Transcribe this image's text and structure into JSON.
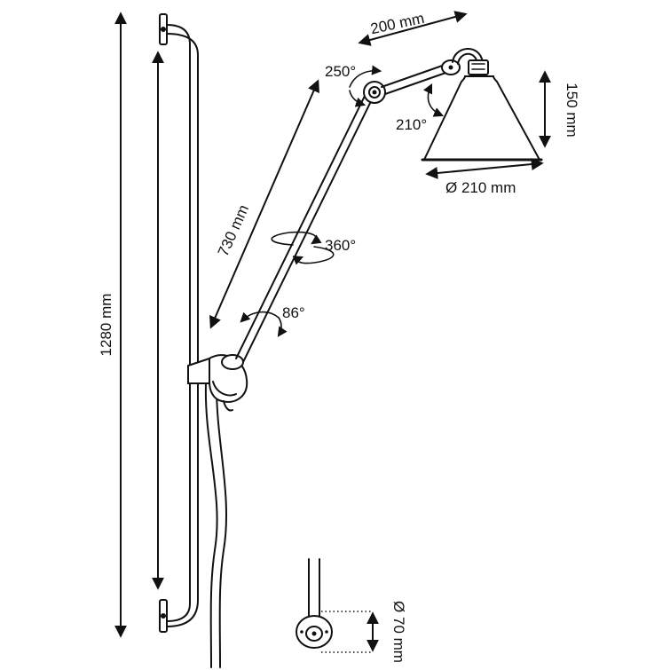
{
  "dimensions": {
    "rail_height": "1280 mm",
    "arm_length": "730 mm",
    "top_arm_length": "200 mm",
    "shade_height": "150 mm",
    "shade_diameter": "Ø 210 mm",
    "base_diameter": "Ø 70 mm"
  },
  "rotations": {
    "top_joint": "250°",
    "shade_joint": "210°",
    "arm_spin": "360°",
    "base_joint": "86°"
  },
  "colors": {
    "line": "#111111",
    "background": "#ffffff"
  }
}
